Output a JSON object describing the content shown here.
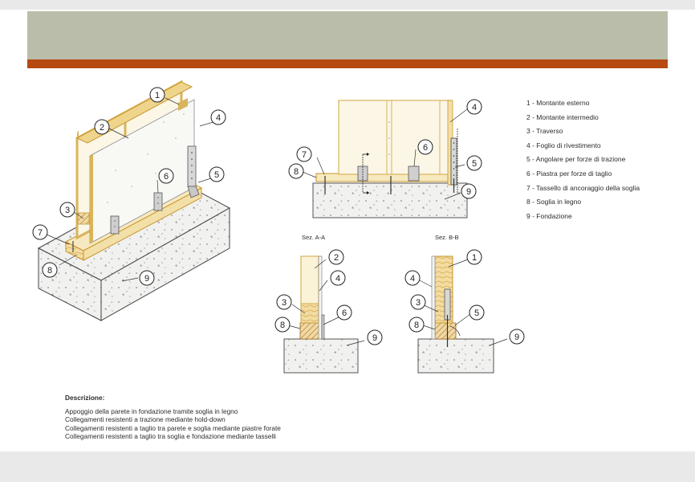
{
  "legend": [
    "1 - Montante esterno",
    "2 - Montante intermedio",
    "3 - Traverso",
    "4 - Foglio di rivestimento",
    "5 - Angolare per forze di trazione",
    "6 - Piastra per forze di taglio",
    "7 - Tassello di ancoraggio della soglia",
    "8 - Soglia in legno",
    "9 - Fondazione"
  ],
  "sections": {
    "aa": "Sez. A-A",
    "bb": "Sez. B-B"
  },
  "description": {
    "title": "Descrizione:",
    "lines": [
      "Appoggio della parete in fondazione tramite soglia in legno",
      "Collegamenti resistenti a trazione mediante hold-down",
      "Collegamenti resistenti a taglio tra parete e soglia mediante piastre forate",
      "Collegamenti resistenti a taglio tra soglia e fondazione mediante tasselli"
    ]
  },
  "callouts": [
    "1",
    "2",
    "3",
    "4",
    "5",
    "6",
    "7",
    "8",
    "9"
  ],
  "colors": {
    "band": "#b9bdaa",
    "stripe": "#b64a11",
    "timber": "#d9b45a",
    "timber_fill": "#f7e9bf",
    "concrete": "#f1f1ef"
  }
}
